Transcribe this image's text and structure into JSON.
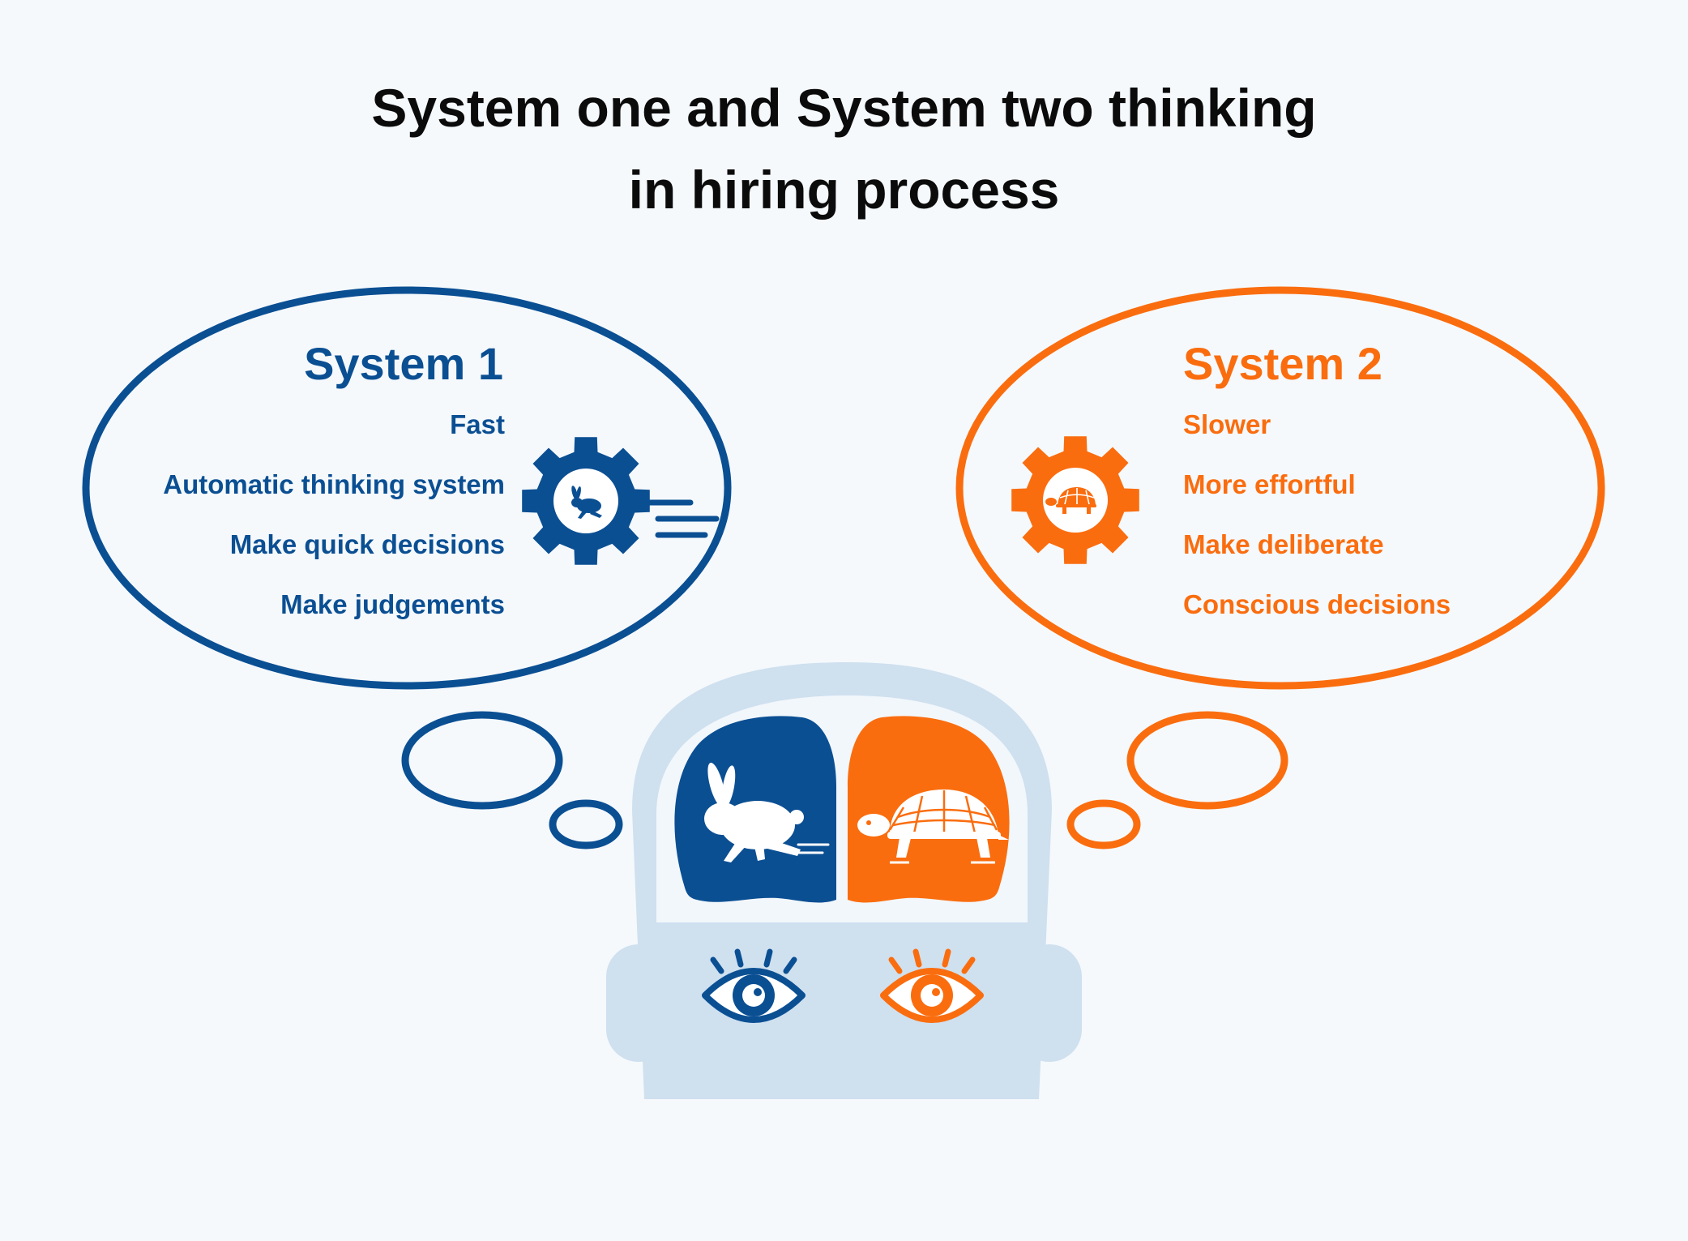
{
  "title": {
    "line1": "System one and System two thinking",
    "line2": "in hiring process"
  },
  "colors": {
    "blue": "#0b4f93",
    "orange": "#fa6d0f",
    "head": "#cfe0ef",
    "background": "#f5f9fc"
  },
  "system1": {
    "title": "System 1",
    "items": [
      "Fast",
      "Automatic thinking system",
      "Make quick decisions",
      "Make judgements"
    ],
    "icon": "gear-rabbit-icon",
    "motion": "speed-lines-icon"
  },
  "system2": {
    "title": "System 2",
    "items": [
      "Slower",
      "More effortful",
      "Make deliberate",
      "Conscious decisions"
    ],
    "icon": "gear-turtle-icon"
  },
  "head": {
    "left_lobe_icon": "rabbit-icon",
    "right_lobe_icon": "turtle-icon",
    "left_eye_icon": "eye-icon",
    "right_eye_icon": "eye-icon"
  }
}
